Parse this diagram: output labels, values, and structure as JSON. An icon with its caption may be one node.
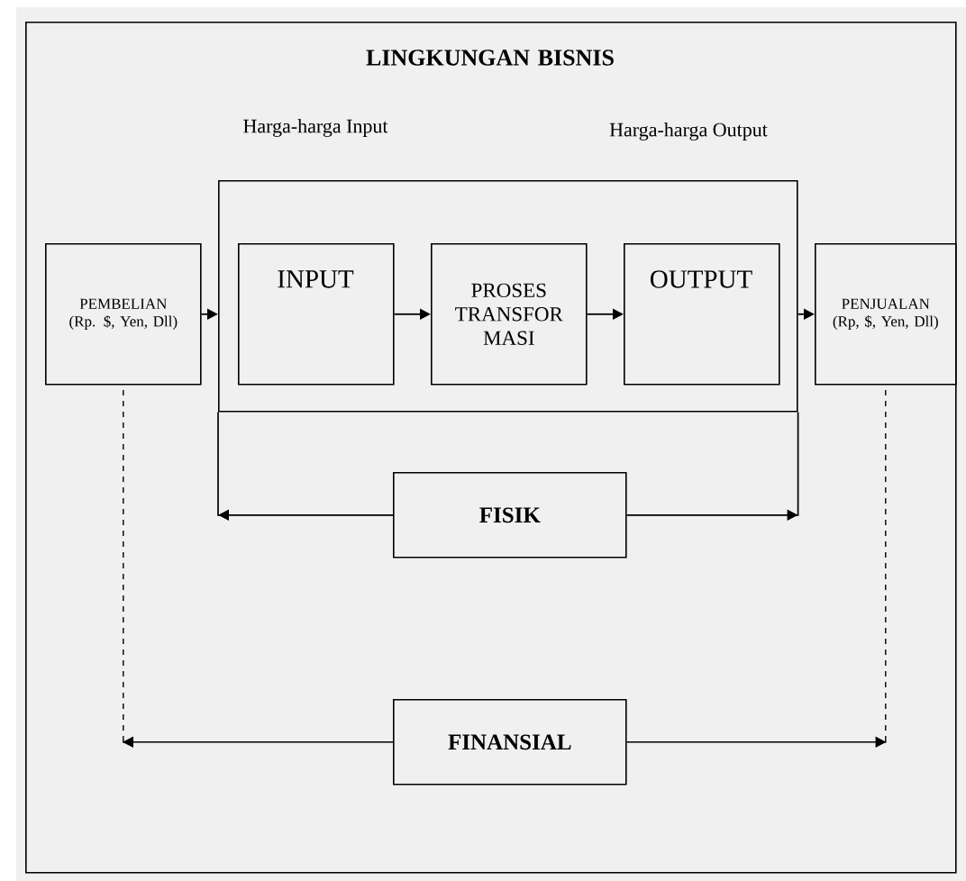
{
  "diagram": {
    "nodes": [
      {
        "text": [
          "LINGKUNGAN BISNIS"
        ]
      },
      {
        "text": [
          "PEMBELIAN (Rp. $, Yen, Dll)"
        ],
        "in": 0
      },
      {
        "text": [],
        "shape": "box",
        "in": 0
      },
      {
        "text": [
          "INPUT"
        ],
        "in": 2
      },
      {
        "text": [
          "PROSES TRANSFOR MASI"
        ],
        "in": 2
      },
      {
        "text": [
          "OUTPUT"
        ],
        "in": 2
      },
      {
        "text": [
          "PENJUALAN (Rp, $, Yen, Dll)"
        ],
        "in": 0
      },
      {
        "text": [
          "FISIK"
        ],
        "in": 0
      },
      {
        "text": [
          "FINANSIAL"
        ],
        "in": 0
      }
    ],
    "edges": [
      {
        "from": 1,
        "to": 2,
        "arrow": "to"
      },
      {
        "from": 3,
        "to": 4,
        "arrow": "to"
      },
      {
        "from": 4,
        "to": 5,
        "arrow": "to"
      },
      {
        "from": 2,
        "to": 6,
        "arrow": "to"
      },
      {
        "from": 7,
        "to": 2,
        "arrow": "to"
      },
      {
        "from": 7,
        "to": 2,
        "arrow": "to"
      },
      {
        "from": 8,
        "to": 1,
        "arrow": "to",
        "style": "dashed"
      },
      {
        "from": 8,
        "to": 6,
        "arrow": "to",
        "style": "dashed"
      }
    ],
    "labels": [
      "Harga-harga Input",
      "Harga-harga Output"
    ]
  }
}
